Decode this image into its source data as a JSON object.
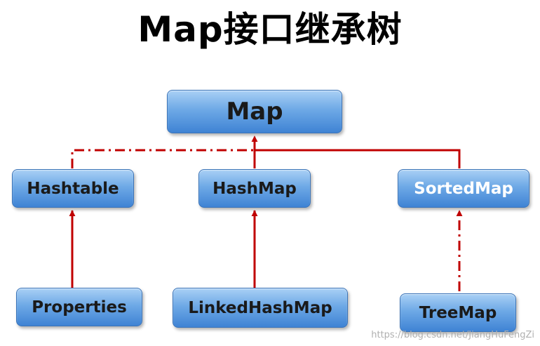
{
  "title": "Map接口继承树",
  "nodes": {
    "map": "Map",
    "hashtable": "Hashtable",
    "hashmap": "HashMap",
    "sortedmap": "SortedMap",
    "properties": "Properties",
    "linkedhashmap": "LinkedHashMap",
    "treemap": "TreeMap"
  },
  "colors": {
    "box_fill": "#6ea9e6",
    "box_border": "#3b74b8",
    "connector": "#c00000"
  },
  "watermark": "https://blog.csdn.net/JiangHuFengZi"
}
